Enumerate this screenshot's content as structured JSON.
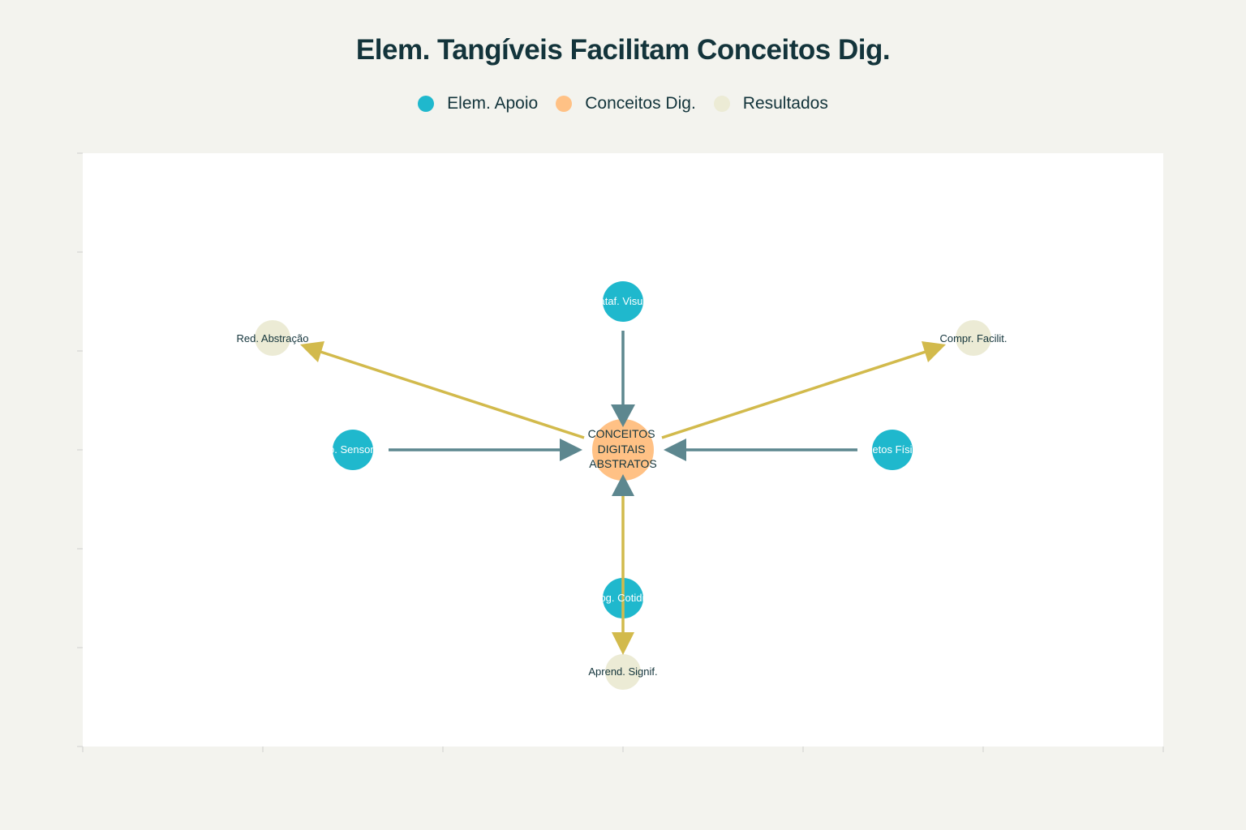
{
  "title": "Elem. Tangíveis Facilitam Conceitos Dig.",
  "legend": [
    {
      "label": "Elem. Apoio",
      "color": "#1fb8cd"
    },
    {
      "label": "Conceitos Dig.",
      "color": "#ffc185"
    },
    {
      "label": "Resultados",
      "color": "#ecebd5"
    }
  ],
  "colors": {
    "support_arrow": "#5d878f",
    "result_arrow": "#d2ba4c",
    "plot_bg": "#ffffff",
    "page_bg": "#f3f3ee"
  },
  "diagram": {
    "center": {
      "lines": [
        "CONCEITOS",
        "DIGITAIS",
        "ABSTRATOS"
      ]
    },
    "support_nodes": [
      {
        "id": "top",
        "label": "Plataf. Visuais"
      },
      {
        "id": "left",
        "label": "Exp. Sensoriais"
      },
      {
        "id": "right",
        "label": "Objetos Físicos"
      },
      {
        "id": "bottom",
        "label": "Analog. Cotidianas"
      }
    ],
    "result_nodes": [
      {
        "id": "top-left",
        "label": "Red. Abstração"
      },
      {
        "id": "top-right",
        "label": "Compr. Facilit."
      },
      {
        "id": "bottom",
        "label": "Aprend. Signif."
      }
    ]
  }
}
